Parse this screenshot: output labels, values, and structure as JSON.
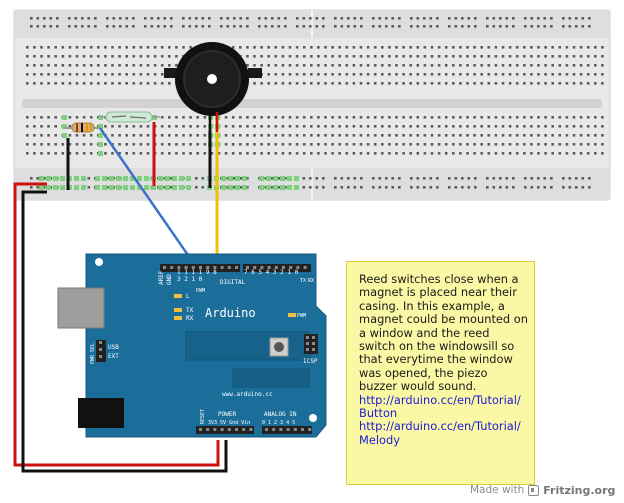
{
  "note": {
    "text": "Reed switches close when a magnet is placed near their casing. In this example, a magnet could be mounted on a window and the reed switch on the windowsill so that everytime the window was opened, the piezo buzzer would sound.",
    "link1": "http://arduino.cc/en/Tutorial/Button",
    "link2": "http://arduino.cc/en/Tutorial/Melody"
  },
  "footer": {
    "made_with": "Made with",
    "brand": "Fritzing.org"
  },
  "board": {
    "name": "Arduino",
    "url": "www.arduino.cc",
    "aref": "AREF",
    "gnd": "GND",
    "digital_pins": "1 1 1 1 9 8",
    "digital_pins2": "3 2 1 0",
    "digital_low": "7 6 5 4 3 2 1 0",
    "digital_label": "DIGITAL",
    "tx_top": "TX",
    "rx_top": "RX",
    "pwm": "PWM",
    "led_l": "L",
    "led_tx": "TX",
    "led_rx": "RX",
    "usb": "USB",
    "ext": "EXT",
    "pwr_sel": "PWR SEL",
    "icsp": "ICSP",
    "reset": "RESET",
    "power": "POWER",
    "power_pins": "3V3 5V Gnd Vin",
    "analog_in": "ANALOG IN",
    "analog_pins": "0 1 2 3 4 5"
  },
  "colors": {
    "breadboard": "#e6e6e6",
    "board": "#1b6e9a",
    "wire_red": "#cc1111",
    "wire_black": "#111111",
    "wire_blue": "#3a73c8",
    "wire_yellow": "#f2c200",
    "note_bg": "#fbf8a5"
  }
}
